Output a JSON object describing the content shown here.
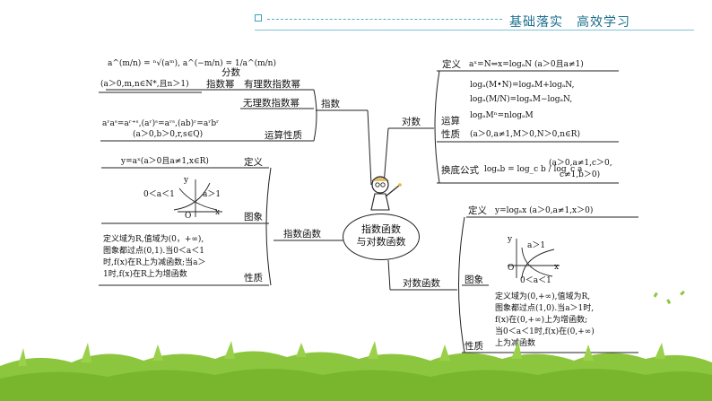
{
  "header": {
    "title": "基础落实　高效学习"
  },
  "center": {
    "line1": "指数函数",
    "line2": "与对数函数"
  },
  "branches": {
    "zhishu": "指数",
    "duishu": "对数",
    "zhishu_hanshu": "指数函数",
    "duishu_hanshu": "对数函数"
  },
  "exponent": {
    "fenshu_label": "分数",
    "youli_label": "有理数指数幂",
    "zhishu_mi_label": "指数幂",
    "wuli_label": "无理数指数幂",
    "yunsuan_label": "运算性质",
    "formula1": "a^(m/n) = ⁿ√(aᵐ), a^(−m/n) = 1/a^(m/n)",
    "formula1_cond": "(a＞0,m,n∈N*,且n＞1)",
    "formula2": "aʳaˢ=aʳ⁺ˢ,(aʳ)ˢ=aʳˢ,(ab)ʳ=aʳbʳ",
    "formula2_cond": "(a＞0,b＞0,r,s∈Q)"
  },
  "log": {
    "dingyi_label": "定义",
    "dingyi_text": "aˣ=N⇔x=logₐN (a＞0且a≠1)",
    "yunsuan_label1": "运算",
    "yunsuan_label2": "性质",
    "rule1": "logₐ(M•N)=logₐM+logₐN,",
    "rule2": "logₐ(M/N)=logₐM−logₐN,",
    "rule3": "logₐMⁿ=nlogₐM",
    "rule_cond": "(a＞0,a≠1,M＞0,N＞0,n∈R)",
    "huandi_label": "换底公式",
    "huandi_formula": "logₐb = log_c b / log_c a",
    "huandi_cond1": "(a＞0,a≠1,c＞0,",
    "huandi_cond2": "c≠1,b＞0)"
  },
  "exp_func": {
    "dingyi_label": "定义",
    "dingyi_text": "y=aˣ(a＞0且a≠1,x∈R)",
    "tuxiang_label": "图象",
    "graph_left": "0＜a＜1",
    "graph_right": "a＞1",
    "graph_y": "y",
    "graph_x": "x",
    "graph_o": "O",
    "xingzhi_label": "性质",
    "props": [
      "定义域为R,值域为(0，+∞),",
      "图象都过点(0,1).当0＜a＜1",
      "时,f(x)在R上为减函数;当a＞",
      "1时,f(x)在R上为增函数"
    ]
  },
  "log_func": {
    "dingyi_label": "定义",
    "dingyi_text": "y=logₐx (a＞0,a≠1,x＞0)",
    "tuxiang_label": "图象",
    "graph_top": "a＞1",
    "graph_bottom": "0＜a＜1",
    "graph_y": "y",
    "graph_x": "x",
    "graph_o": "O",
    "xingzhi_label": "性质",
    "props": [
      "定义域为(0,+∞),值域为R,",
      "图象都过点(1,0).当a＞1时,",
      "f(x)在(0,+∞)上为增函数;",
      "当0＜a＜1时,f(x)在(0,+∞)",
      "上为减函数"
    ]
  }
}
